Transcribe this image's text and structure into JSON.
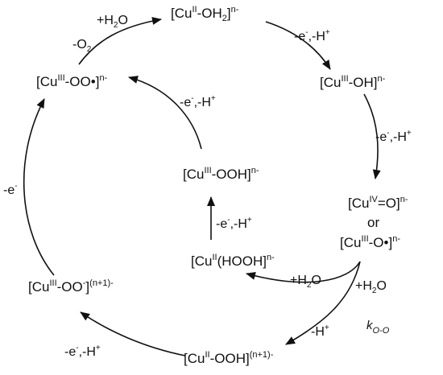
{
  "species": {
    "cu2_oh2": [
      {
        "t": "[Cu"
      },
      {
        "t": "II",
        "sup": true
      },
      {
        "t": "-OH"
      },
      {
        "t": "2",
        "sub": true
      },
      {
        "t": "]"
      },
      {
        "t": "n-",
        "sup": true
      }
    ],
    "cu3_oh": [
      {
        "t": "[Cu"
      },
      {
        "t": "III",
        "sup": true
      },
      {
        "t": "-OH]"
      },
      {
        "t": "n-",
        "sup": true
      }
    ],
    "cu4_o": [
      {
        "t": "[Cu"
      },
      {
        "t": "IV",
        "sup": true
      },
      {
        "t": "=O]"
      },
      {
        "t": "n-",
        "sup": true
      }
    ],
    "or_label": [
      {
        "t": "or"
      }
    ],
    "cu3_o_rad": [
      {
        "t": "[Cu"
      },
      {
        "t": "III",
        "sup": true
      },
      {
        "t": "-O•]"
      },
      {
        "t": "n-",
        "sup": true
      }
    ],
    "cu2_oohn1": [
      {
        "t": "[Cu"
      },
      {
        "t": "II",
        "sup": true
      },
      {
        "t": "-OOH]"
      },
      {
        "t": "(n+1)-",
        "sup": true
      }
    ],
    "cu3_oo_minus": [
      {
        "t": "[Cu"
      },
      {
        "t": "III",
        "sup": true
      },
      {
        "t": "-OO"
      },
      {
        "t": "-",
        "sup": true
      },
      {
        "t": "]"
      },
      {
        "t": "(n+1)-",
        "sup": true
      }
    ],
    "cu3_oo_rad": [
      {
        "t": "[Cu"
      },
      {
        "t": "III",
        "sup": true
      },
      {
        "t": "-OO•]"
      },
      {
        "t": "n-",
        "sup": true
      }
    ],
    "cu3_ooh": [
      {
        "t": "[Cu"
      },
      {
        "t": "III",
        "sup": true
      },
      {
        "t": "-OOH]"
      },
      {
        "t": "n-",
        "sup": true
      }
    ],
    "cu2_hooh": [
      {
        "t": "[Cu"
      },
      {
        "t": "II",
        "sup": true
      },
      {
        "t": "(HOOH]"
      },
      {
        "t": "n-",
        "sup": true
      }
    ]
  },
  "reagents": {
    "plus_h2o_top": [
      {
        "t": "+H"
      },
      {
        "t": "2",
        "sub": true
      },
      {
        "t": "O"
      }
    ],
    "minus_o2": [
      {
        "t": "-O"
      },
      {
        "t": "2",
        "sub": true
      }
    ],
    "pcet_1": [
      {
        "t": "-e"
      },
      {
        "t": "-",
        "sup": true
      },
      {
        "t": ",-H"
      },
      {
        "t": "+",
        "sup": true
      }
    ],
    "pcet_2": [
      {
        "t": "-e"
      },
      {
        "t": "-",
        "sup": true
      },
      {
        "t": ",-H"
      },
      {
        "t": "+",
        "sup": true
      }
    ],
    "plus_h2o_right": [
      {
        "t": "+H"
      },
      {
        "t": "2",
        "sub": true
      },
      {
        "t": "O"
      }
    ],
    "minus_h_plus": [
      {
        "t": "-H"
      },
      {
        "t": "+",
        "sup": true
      }
    ],
    "pcet_bottom": [
      {
        "t": "-e"
      },
      {
        "t": "-",
        "sup": true
      },
      {
        "t": ",-H"
      },
      {
        "t": "+",
        "sup": true
      }
    ],
    "minus_e_left": [
      {
        "t": "-e"
      },
      {
        "t": "-",
        "sup": true
      }
    ],
    "pcet_inner_top": [
      {
        "t": "-e"
      },
      {
        "t": "-",
        "sup": true
      },
      {
        "t": ",-H"
      },
      {
        "t": "+",
        "sup": true
      }
    ],
    "pcet_inner_mid": [
      {
        "t": "-e"
      },
      {
        "t": "-",
        "sup": true
      },
      {
        "t": ",-H"
      },
      {
        "t": "+",
        "sup": true
      }
    ],
    "plus_h2o_inner": [
      {
        "t": "+H"
      },
      {
        "t": "2",
        "sub": true
      },
      {
        "t": "O"
      }
    ]
  },
  "rate_constant": {
    "base": "k",
    "subscript": "O-O"
  }
}
